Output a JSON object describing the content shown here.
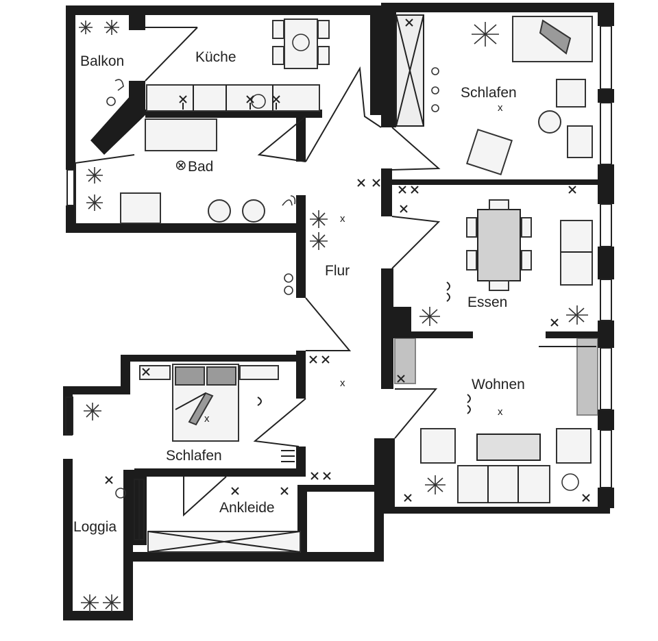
{
  "plan": {
    "rooms": {
      "balkon": "Balkon",
      "kueche": "Küche",
      "schlafen_top": "Schlafen",
      "bad": "Bad",
      "flur": "Flur",
      "essen": "Essen",
      "wohnen": "Wohnen",
      "schlafen_bottom": "Schlafen",
      "ankleide": "Ankleide",
      "loggia": "Loggia"
    },
    "light_mark": "x",
    "bad_symbol": "⊗"
  }
}
